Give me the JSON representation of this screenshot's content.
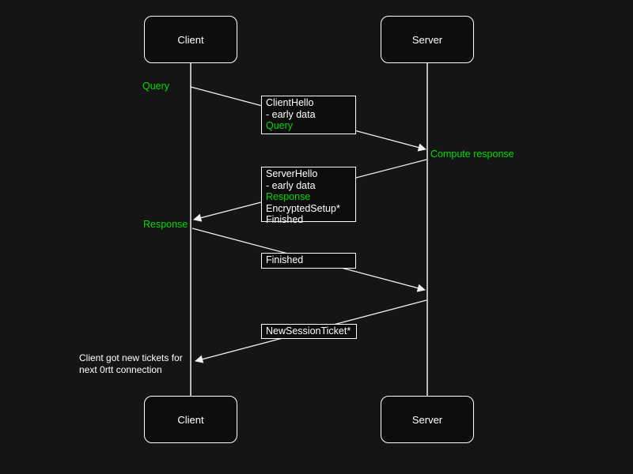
{
  "colors": {
    "background": "#151515",
    "box_fill": "#0d0d0d",
    "border": "#ffffff",
    "line": "#f0f0f0",
    "text": "#ffffff",
    "accent_green": "#00dd00"
  },
  "actors": {
    "client_top": {
      "label": "Client"
    },
    "server_top": {
      "label": "Server"
    },
    "client_bottom": {
      "label": "Client"
    },
    "server_bottom": {
      "label": "Server"
    }
  },
  "annotations": {
    "query": "Query",
    "compute_response": "Compute response",
    "response": "Response",
    "note": {
      "line1": "Client got new tickets for",
      "line2": "next 0rtt connection"
    }
  },
  "message_boxes": {
    "client_hello": {
      "lines": [
        {
          "text": "ClientHello",
          "style": "normal"
        },
        {
          "text": "- early data",
          "style": "normal"
        },
        {
          "text": "Query",
          "style": "green"
        }
      ]
    },
    "server_hello": {
      "lines": [
        {
          "text": "ServerHello",
          "style": "normal"
        },
        {
          "text": "- early data",
          "style": "normal"
        },
        {
          "text": "Response",
          "style": "green"
        },
        {
          "text": "EncryptedSetup*",
          "style": "normal"
        },
        {
          "text": "Finished",
          "style": "normal"
        }
      ]
    },
    "finished": {
      "lines": [
        {
          "text": "Finished",
          "style": "normal"
        }
      ]
    },
    "new_session_ticket": {
      "lines": [
        {
          "text": "NewSessionTicket*",
          "style": "normal"
        }
      ]
    }
  }
}
